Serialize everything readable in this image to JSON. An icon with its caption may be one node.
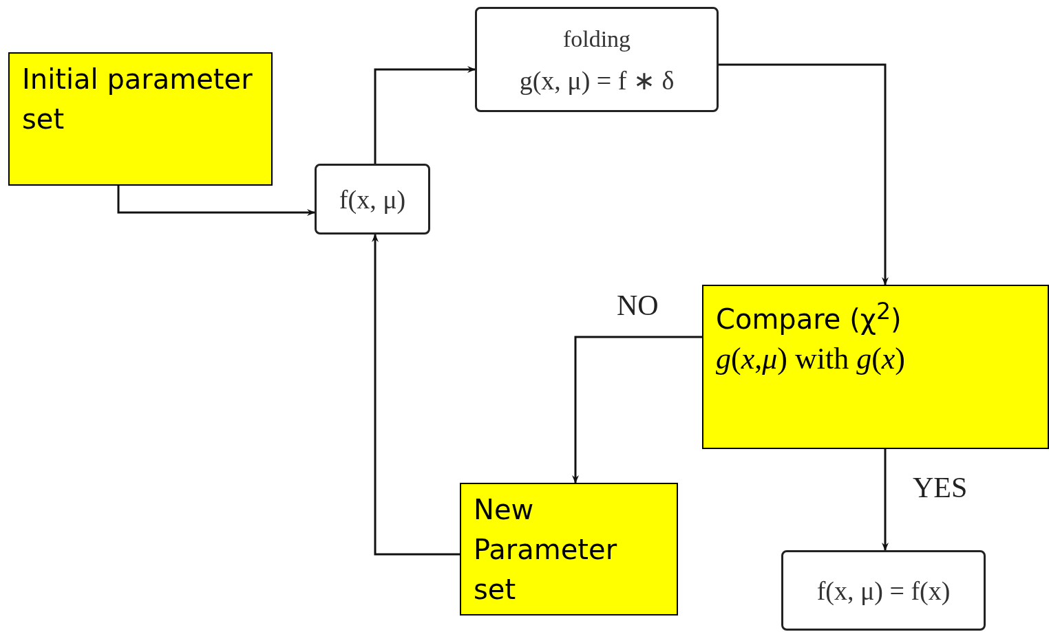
{
  "diagram": {
    "nodes": [
      {
        "text": [
          "Initial parameter set"
        ]
      },
      {
        "text": [
          "f(x, μ)"
        ]
      },
      {
        "text": [
          "folding",
          "g(x, μ) = f ∗ δ"
        ]
      },
      {
        "text": [
          "Compare (χ$^{2}$)",
          "*g*(*x*,*μ*) with *g*(*x*)"
        ]
      },
      {
        "text": [
          "New Parameter set"
        ]
      },
      {
        "text": [
          "f(x, μ) = f(x)"
        ]
      }
    ],
    "edges": [
      {
        "from": 0,
        "to": 1,
        "arrow": "to"
      },
      {
        "from": 1,
        "to": 2,
        "arrow": "to"
      },
      {
        "from": 2,
        "to": 3,
        "arrow": "to"
      },
      {
        "from": 3,
        "to": 4,
        "arrow": "to",
        "label": "NO"
      },
      {
        "from": 3,
        "to": 5,
        "arrow": "to",
        "label": "YES"
      },
      {
        "from": 4,
        "to": 1,
        "arrow": "to"
      }
    ]
  }
}
